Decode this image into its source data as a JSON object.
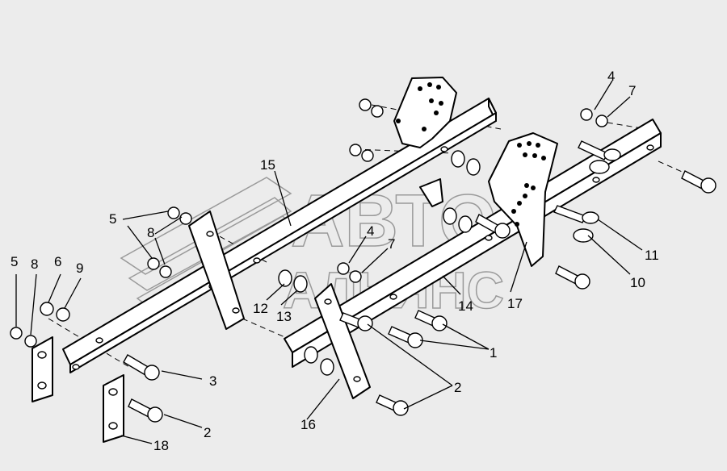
{
  "watermark": {
    "line1": "АВТО",
    "line2": "АЛЬЯНС"
  },
  "callouts": {
    "c1": "1",
    "c2a": "2",
    "c2b": "2",
    "c3": "3",
    "c4a": "4",
    "c4b": "4",
    "c5a": "5",
    "c5b": "5",
    "c6": "6",
    "c7a": "7",
    "c7b": "7",
    "c8a": "8",
    "c8b": "8",
    "c9": "9",
    "c10": "10",
    "c11": "11",
    "c12": "12",
    "c13": "13",
    "c14": "14",
    "c15": "15",
    "c16": "16",
    "c17": "17",
    "c18": "18"
  }
}
